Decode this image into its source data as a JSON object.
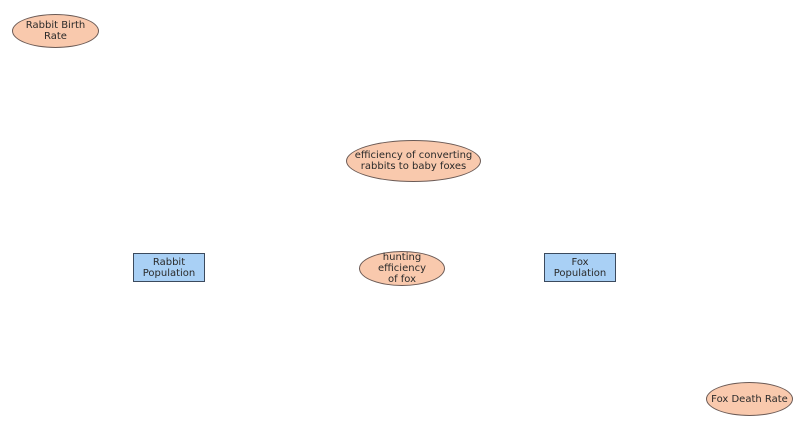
{
  "diagram": {
    "nodes": {
      "rabbit_birth_rate": {
        "label": "Rabbit Birth Rate",
        "shape": "ellipse"
      },
      "efficiency_converting": {
        "label": "efficiency of converting\nrabbits to baby foxes",
        "shape": "ellipse"
      },
      "rabbit_population": {
        "label": "Rabbit\nPopulation",
        "shape": "box"
      },
      "hunting_efficiency": {
        "label": "hunting efficiency\nof fox",
        "shape": "ellipse"
      },
      "fox_population": {
        "label": "Fox Population",
        "shape": "box"
      },
      "fox_death_rate": {
        "label": "Fox Death Rate",
        "shape": "ellipse"
      }
    },
    "colors": {
      "ellipse_fill": "#f9c9ad",
      "box_fill": "#a9d0f5"
    }
  }
}
